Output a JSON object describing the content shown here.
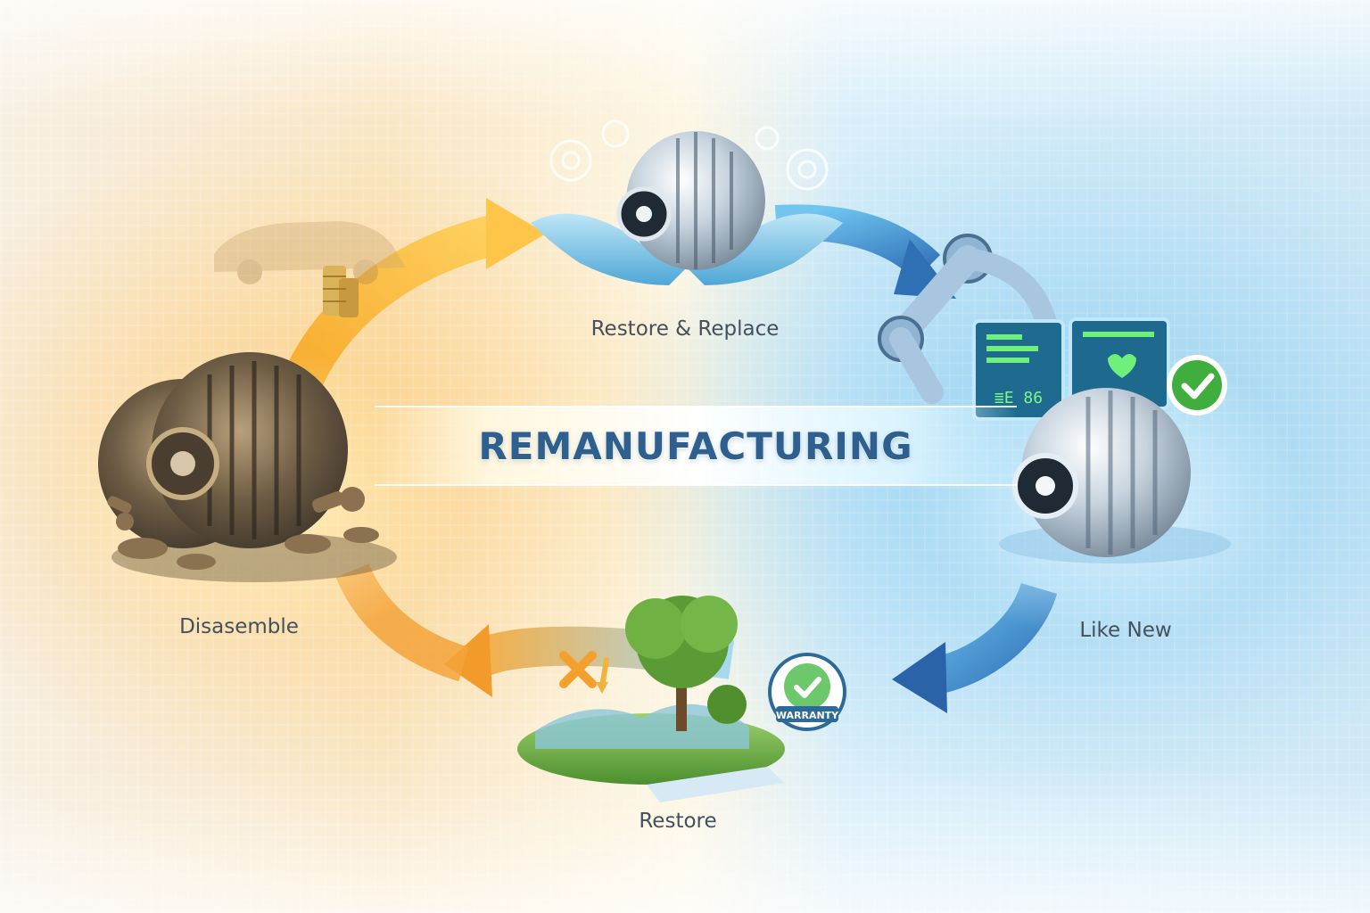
{
  "diagram": {
    "title": "REMANUFACTURING",
    "stages": [
      {
        "id": "disassemble",
        "label": "Disasemble"
      },
      {
        "id": "restore-replace",
        "label": "Restore & Replace"
      },
      {
        "id": "like-new",
        "label": "Like New"
      },
      {
        "id": "restore",
        "label": "Restore"
      }
    ],
    "screen_text": "≣E 86",
    "badge_text": "WARRANTY",
    "colors": {
      "warm_accent": "#f2a12e",
      "cool_accent": "#2f8fd0",
      "title": "#2f5f8e",
      "check_green": "#3fae3f"
    }
  }
}
